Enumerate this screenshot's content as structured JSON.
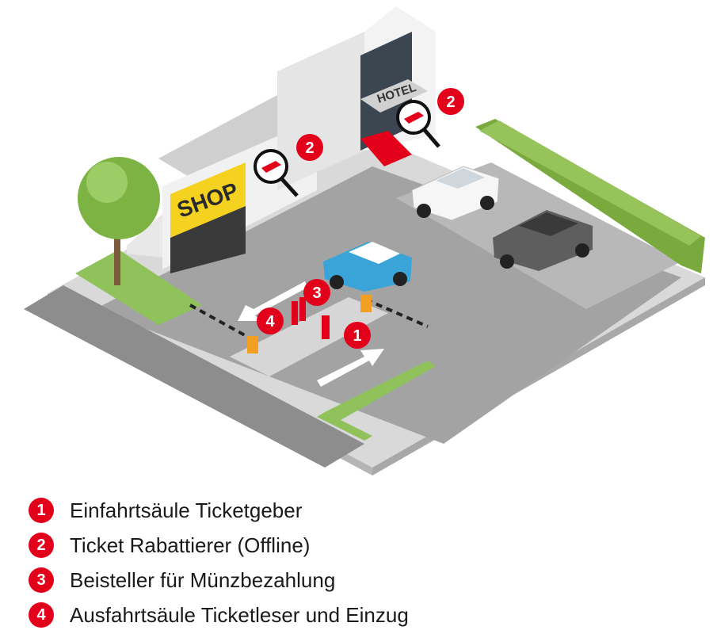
{
  "scene": {
    "shop_sign": "SHOP",
    "hotel_sign": "HOTEL",
    "markers": [
      {
        "number": "1"
      },
      {
        "number": "2"
      },
      {
        "number": "2"
      },
      {
        "number": "3"
      },
      {
        "number": "4"
      }
    ]
  },
  "legend": [
    {
      "number": "1",
      "label": "Einfahrtsäule Ticketgeber"
    },
    {
      "number": "2",
      "label": "Ticket Rabattierer (Offline)"
    },
    {
      "number": "3",
      "label": "Beisteller für Münzbezahlung"
    },
    {
      "number": "4",
      "label": "Ausfahrtsäule Ticketleser und Einzug"
    }
  ],
  "colors": {
    "accent_red": "#e2001a",
    "shop_yellow": "#f4d21f",
    "asphalt": "#9b9b9b",
    "grass": "#8fc25a"
  }
}
